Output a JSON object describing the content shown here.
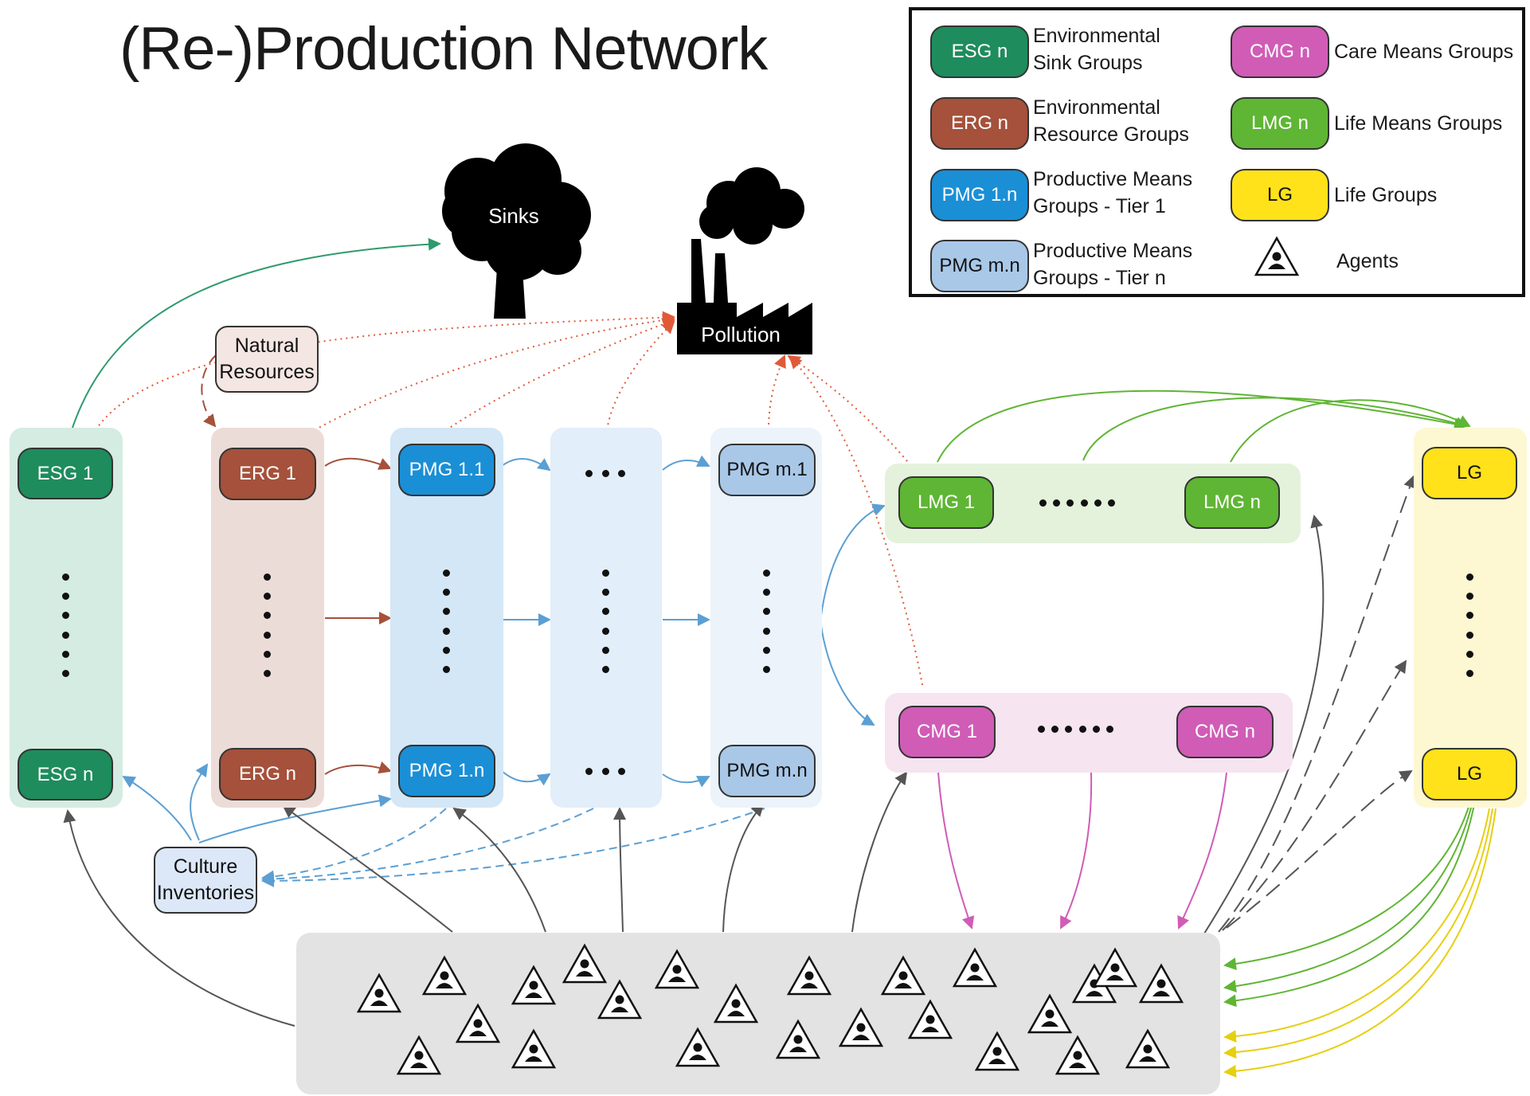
{
  "title": "(Re-)Production Network",
  "legend": {
    "items": [
      {
        "badge": "ESG n",
        "text": "Environmental Sink Groups",
        "line1": "Environmental",
        "line2": "Sink Groups"
      },
      {
        "badge": "ERG n",
        "text": "Environmental Resource Groups",
        "line1": "Environmental",
        "line2": "Resource Groups"
      },
      {
        "badge": "PMG 1.n",
        "text": "Productive Means Groups - Tier 1",
        "line1": "Productive Means",
        "line2": "Groups - Tier 1"
      },
      {
        "badge": "PMG m.n",
        "text": "Productive Means Groups - Tier n",
        "line1": "Productive Means",
        "line2": "Groups - Tier n"
      },
      {
        "badge": "CMG n",
        "text": "Care Means Groups"
      },
      {
        "badge": "LMG n",
        "text": "Life Means Groups"
      },
      {
        "badge": "LG",
        "text": "Life Groups"
      },
      {
        "badge": "",
        "text": "Agents"
      }
    ]
  },
  "icons": {
    "sinks": "Sinks",
    "pollution": "Pollution"
  },
  "boxes": {
    "natural_resources": {
      "line1": "Natural",
      "line2": "Resources"
    },
    "culture_inventories": {
      "line1": "Culture",
      "line2": "Inventories"
    }
  },
  "nodes": {
    "esg_top": "ESG 1",
    "esg_bottom": "ESG n",
    "erg_top": "ERG 1",
    "erg_bottom": "ERG n",
    "pmg1_top": "PMG 1.1",
    "pmg1_bottom": "PMG 1.n",
    "pmgm_top": "PMG m.1",
    "pmgm_bottom": "PMG m.n",
    "lmg_left": "LMG 1",
    "lmg_right": "LMG n",
    "cmg_left": "CMG 1",
    "cmg_right": "CMG n",
    "lg_top": "LG",
    "lg_bottom": "LG"
  },
  "colors": {
    "esg": "#1e8c5c",
    "erg": "#a5513b",
    "pmg1": "#1a8fd6",
    "pmgm": "#a9c8e8",
    "cmg": "#d05cb6",
    "lmg": "#5fb534",
    "lg": "#ffe21a",
    "esg_col": "#d4ece2",
    "erg_col": "#ecdcd8",
    "pmg1_col": "#d3e7f6",
    "mid_col": "#e2eef9",
    "pmgm_col": "#ecf3fb",
    "lmg_panel": "#e4f2dc",
    "cmg_panel": "#f6e4f1",
    "lg_col": "#fdf7d2",
    "agents_panel": "#e3e3e3"
  }
}
